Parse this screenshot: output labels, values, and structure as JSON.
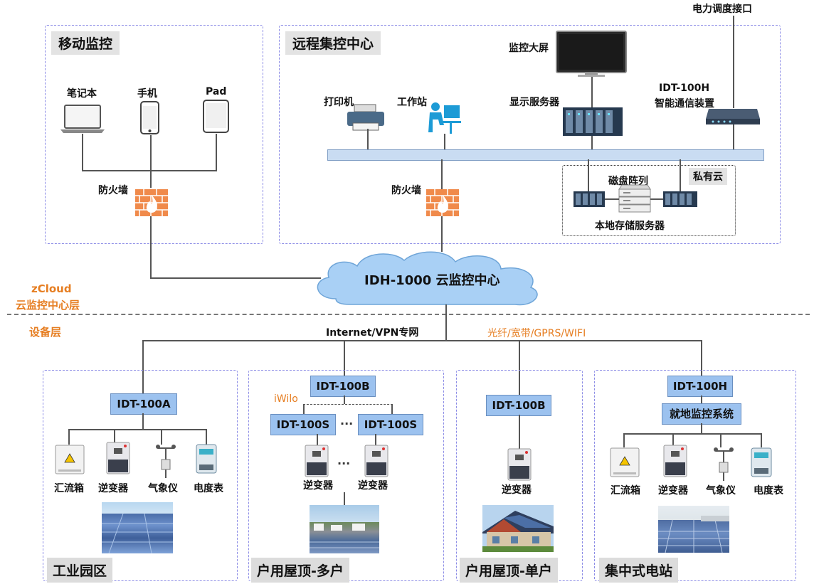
{
  "mobile": {
    "title": "移动监控",
    "laptop": "笔记本",
    "phone": "手机",
    "pad": "Pad",
    "firewall": "防火墙"
  },
  "remote": {
    "title": "远程集控中心",
    "big_screen": "监控大屏",
    "dispatch": "电力调度接口",
    "printer": "打印机",
    "workstation": "工作站",
    "display_server": "显示服务器",
    "idt100h_line1": "IDT-100H",
    "idt100h_line2": "智能通信装置",
    "firewall": "防火墙",
    "private_cloud": "私有云",
    "disk_array": "磁盘阵列",
    "local_storage": "本地存储服务器"
  },
  "cloud": {
    "label": "IDH-1000 云监控中心"
  },
  "layers": {
    "zcloud": "zCloud",
    "zcloud_sub": "云监控中心层",
    "device": "设备层"
  },
  "network": {
    "internet": "Internet/VPN专网",
    "media": "光纤/宽带/GPRS/WIFI"
  },
  "sites": {
    "industrial": {
      "title": "工业园区",
      "device": "IDT-100A",
      "items": [
        "汇流箱",
        "逆变器",
        "气象仪",
        "电度表"
      ]
    },
    "rooftop_multi": {
      "title": "户用屋顶-多户",
      "device": "IDT-100B",
      "iwilo": "iWilo",
      "sub1": "IDT-100S",
      "sub2": "IDT-100S",
      "dots": "···",
      "inv1": "逆变器",
      "inv2": "逆变器"
    },
    "rooftop_single": {
      "title": "户用屋顶-单户",
      "device": "IDT-100B",
      "inv": "逆变器"
    },
    "central": {
      "title": "集中式电站",
      "device": "IDT-100H",
      "local": "就地监控系统",
      "items": [
        "汇流箱",
        "逆变器",
        "气象仪",
        "电度表"
      ]
    }
  },
  "colors": {
    "device_box": "#9cc2ef",
    "dashed_border": "#8c8ce6",
    "orange": "#e67e22",
    "cloud": "#a9d0f5",
    "bus": "#c9dcf2"
  }
}
